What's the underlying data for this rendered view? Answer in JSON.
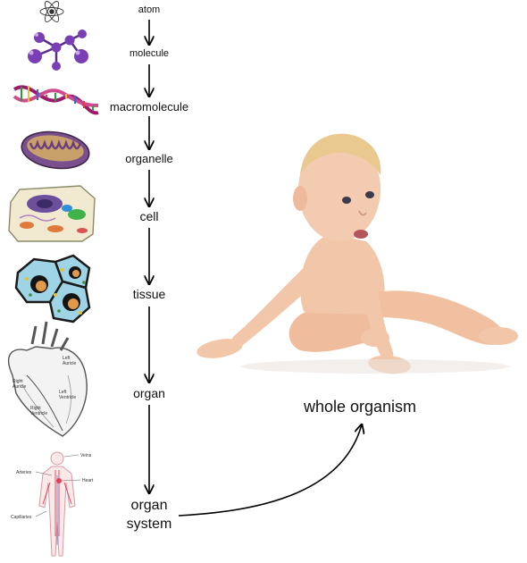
{
  "levels": [
    {
      "label": "atom",
      "icon": "atom-icon"
    },
    {
      "label": "molecule",
      "icon": "molecule-icon"
    },
    {
      "label": "macromolecule",
      "icon": "dna-icon"
    },
    {
      "label": "organelle",
      "icon": "mitochondrion-icon"
    },
    {
      "label": "cell",
      "icon": "cell-icon"
    },
    {
      "label": "tissue",
      "icon": "tissue-icon"
    },
    {
      "label": "organ",
      "icon": "heart-icon"
    },
    {
      "label": "organ\nsystem",
      "icon": "circulatory-system-icon"
    }
  ],
  "result": {
    "label": "whole organism",
    "icon": "baby-icon"
  },
  "heart_labels": {
    "left_auricle": "Left\nAuricle",
    "right_auricle": "Right\nAuricle",
    "left_ventricle": "Left\nVentricle",
    "right_ventricle": "Right\nVentricle"
  },
  "system_labels": {
    "veins": "Veins",
    "arteries": "Arteries",
    "heart": "Heart",
    "capillaries": "Capillaries"
  },
  "colors": {
    "arrow": "#000000",
    "text": "#111111",
    "skin": "#f2c6a8",
    "molecule": "#7b3fb5"
  }
}
